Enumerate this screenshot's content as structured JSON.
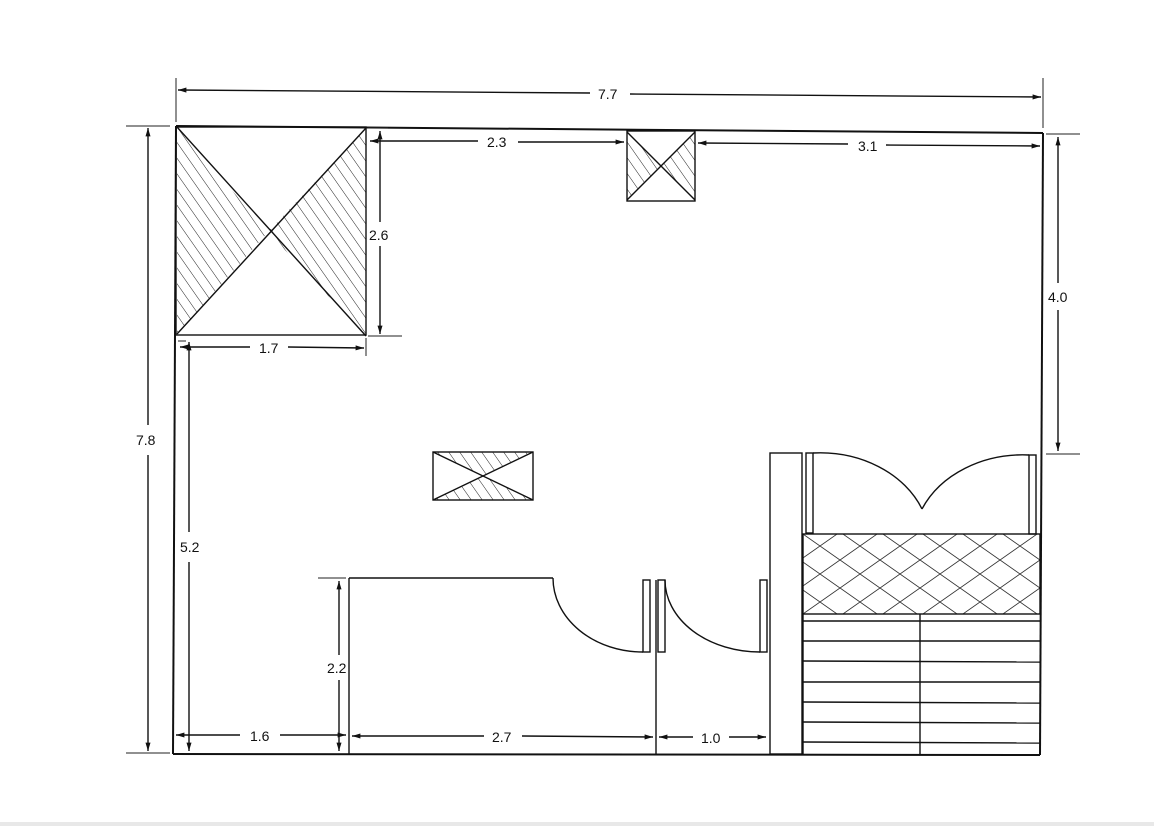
{
  "drawing": {
    "type": "floor plan",
    "dimensions": {
      "overall_width": "7.7",
      "overall_depth": "7.8",
      "top_gap_left": "2.3",
      "top_gap_right": "3.1",
      "stair_block_height": "2.6",
      "stair_block_width": "1.7",
      "left_lower": "5.2",
      "right_upper": "4.0",
      "room_height": "2.2",
      "bottom_left": "1.6",
      "bottom_mid": "2.7",
      "bottom_right": "1.0"
    },
    "elements": [
      {
        "name": "stair-block",
        "pattern": "diagonal-hatch"
      },
      {
        "name": "column-top",
        "pattern": "diagonal-hatch"
      },
      {
        "name": "column-center",
        "pattern": "diagonal-hatch"
      },
      {
        "name": "double-door",
        "pattern": "arcs"
      },
      {
        "name": "lattice-panel",
        "pattern": "diamond-crosshatch"
      },
      {
        "name": "steps",
        "rows": 7,
        "columns": 2
      },
      {
        "name": "room-door-1",
        "pattern": "swing-arc"
      },
      {
        "name": "room-door-2",
        "pattern": "swing-arc"
      }
    ]
  }
}
